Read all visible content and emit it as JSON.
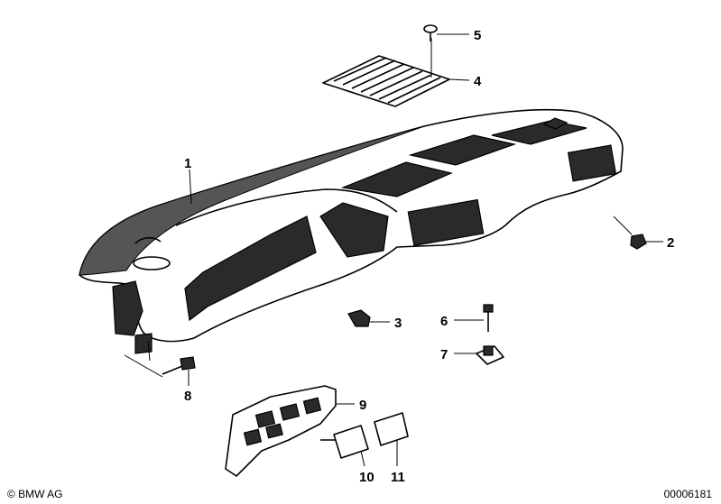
{
  "callouts": [
    {
      "id": "1",
      "label": "1"
    },
    {
      "id": "2",
      "label": "2"
    },
    {
      "id": "3",
      "label": "3"
    },
    {
      "id": "4",
      "label": "4"
    },
    {
      "id": "5",
      "label": "5"
    },
    {
      "id": "6",
      "label": "6"
    },
    {
      "id": "7",
      "label": "7"
    },
    {
      "id": "8",
      "label": "8"
    },
    {
      "id": "9",
      "label": "9"
    },
    {
      "id": "10",
      "label": "10"
    },
    {
      "id": "11",
      "label": "11"
    }
  ],
  "footer": {
    "copyright": "© BMW AG",
    "diagram_id": "00006181"
  }
}
